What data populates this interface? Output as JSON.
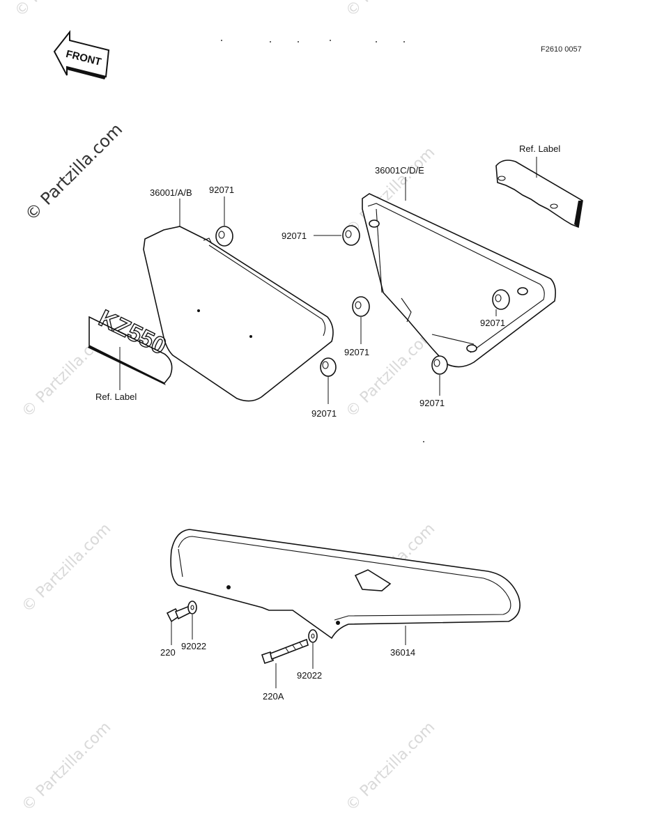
{
  "diagram_code": "F2610 0057",
  "front_label": "FRONT",
  "emblem_text": "KZ550",
  "watermark": "© Partzilla.com",
  "callouts": {
    "left_cover": "36001/A/B",
    "left_grommet": "92071",
    "left_lower_grommet": "92071",
    "left_ref_label": "Ref.  Label",
    "right_cover": "36001C/D/E",
    "right_ref_label": "Ref.  Label",
    "right_grommet_a": "92071",
    "right_grommet_b": "92071",
    "right_grommet_c": "92071",
    "right_grommet_d": "92071",
    "chain_cover": "36014",
    "bolt_small": "220",
    "washer_small": "92022",
    "bolt_long": "220A",
    "washer_long": "92022"
  }
}
